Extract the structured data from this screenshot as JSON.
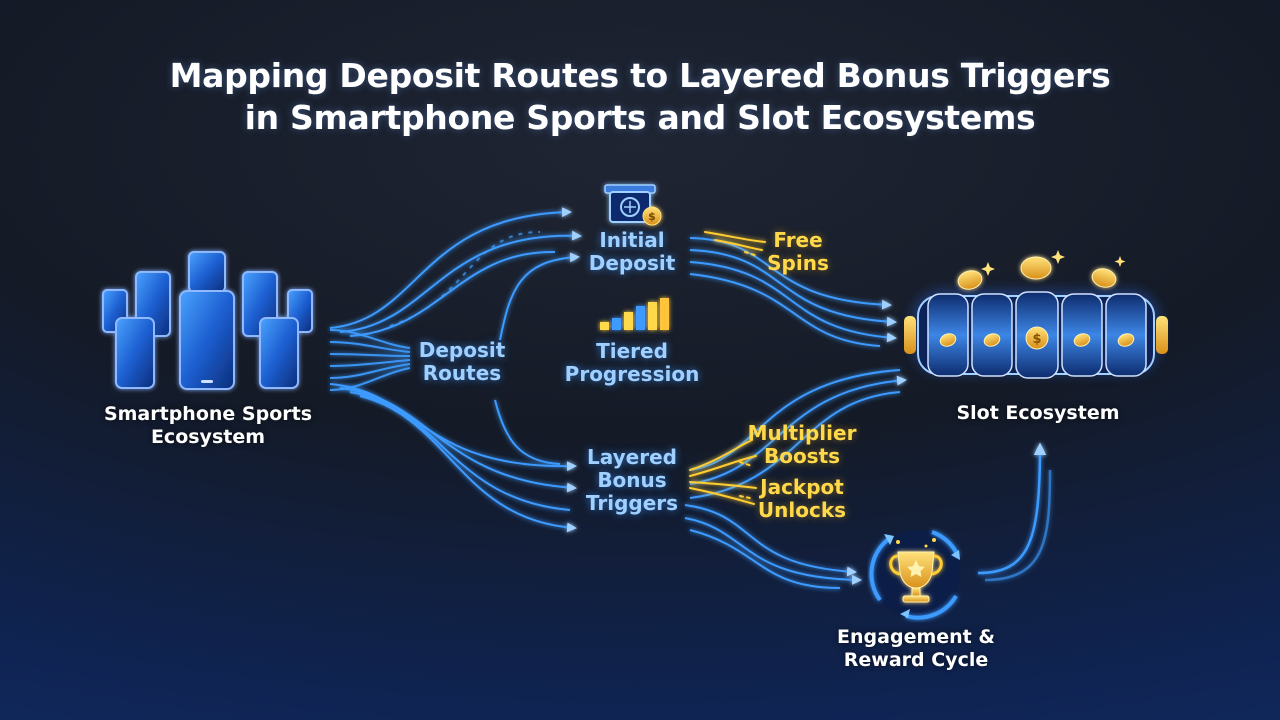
{
  "title": {
    "line1": "Mapping Deposit Routes to Layered Bonus Triggers",
    "line2": "in Smartphone Sports and Slot Ecosystems"
  },
  "nodes": {
    "smartphone": {
      "line1": "Smartphone Sports",
      "line2": "Ecosystem",
      "icon": "smartphones-icon"
    },
    "deposit_routes": {
      "line1": "Deposit",
      "line2": "Routes"
    },
    "initial_deposit": {
      "line1": "Initial",
      "line2": "Deposit",
      "icon": "vault-coin-icon"
    },
    "tiered": {
      "line1": "Tiered",
      "line2": "Progression",
      "icon": "bar-steps-icon"
    },
    "layered": {
      "line1": "Layered",
      "line2": "Bonus",
      "line3": "Triggers"
    },
    "free_spins": {
      "line1": "Free",
      "line2": "Spins"
    },
    "multiplier": {
      "line1": "Multiplier",
      "line2": "Boosts"
    },
    "jackpot": {
      "line1": "Jackpot",
      "line2": "Unlocks"
    },
    "slot": {
      "line1": "Slot Ecosystem",
      "icon": "slot-reels-icon"
    },
    "engagement": {
      "line1": "Engagement &",
      "line2": "Reward Cycle",
      "icon": "trophy-cycle-icon"
    }
  },
  "colors": {
    "flow_blue": "#3d9bff",
    "glow_blue": "#7cc4ff",
    "gold": "#ffd94a",
    "background": "#141a26"
  }
}
